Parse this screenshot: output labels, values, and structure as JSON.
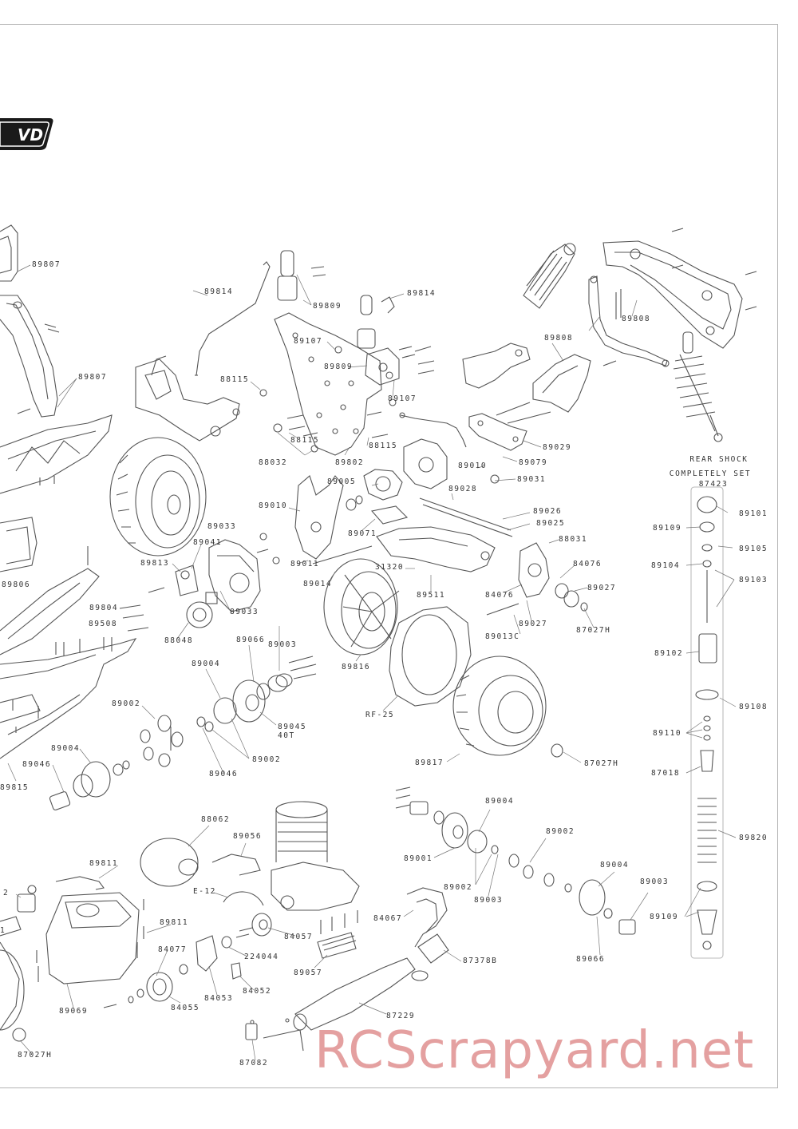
{
  "logo": {
    "text": "VD"
  },
  "watermark": "RCScrapyard.net",
  "shock_title": {
    "line1": "REAR SHOCK",
    "line2": "COMPLETELY SET",
    "part": "87423"
  },
  "labels": [
    {
      "id": "l1",
      "text": "89807"
    },
    {
      "id": "l2",
      "text": "89807"
    },
    {
      "id": "l3",
      "text": "89806"
    },
    {
      "id": "l4",
      "text": "89804"
    },
    {
      "id": "l5",
      "text": "89508"
    },
    {
      "id": "l6",
      "text": "89815"
    },
    {
      "id": "l7",
      "text": "89814"
    },
    {
      "id": "l8",
      "text": "89809"
    },
    {
      "id": "l9",
      "text": "89814"
    },
    {
      "id": "l10",
      "text": "89107"
    },
    {
      "id": "l11",
      "text": "89809"
    },
    {
      "id": "l12",
      "text": "89107"
    },
    {
      "id": "l13",
      "text": "88115"
    },
    {
      "id": "l14",
      "text": "88115"
    },
    {
      "id": "l15",
      "text": "88115"
    },
    {
      "id": "l16",
      "text": "88032"
    },
    {
      "id": "l17",
      "text": "89802"
    },
    {
      "id": "l18",
      "text": "89808"
    },
    {
      "id": "l19",
      "text": "89808"
    },
    {
      "id": "l20",
      "text": "89029"
    },
    {
      "id": "l21",
      "text": "89079"
    },
    {
      "id": "l22",
      "text": "89010"
    },
    {
      "id": "l23",
      "text": "89031"
    },
    {
      "id": "l24",
      "text": "89005"
    },
    {
      "id": "l25",
      "text": "89028"
    },
    {
      "id": "l26",
      "text": "89010"
    },
    {
      "id": "l27",
      "text": "89026"
    },
    {
      "id": "l28",
      "text": "89025"
    },
    {
      "id": "l29",
      "text": "89033"
    },
    {
      "id": "l30",
      "text": "89071"
    },
    {
      "id": "l31",
      "text": "88031"
    },
    {
      "id": "l32",
      "text": "89041"
    },
    {
      "id": "l33",
      "text": "89813"
    },
    {
      "id": "l34",
      "text": "89011"
    },
    {
      "id": "l35",
      "text": "31320"
    },
    {
      "id": "l36",
      "text": "84076"
    },
    {
      "id": "l37",
      "text": "89014"
    },
    {
      "id": "l38",
      "text": "89511"
    },
    {
      "id": "l39",
      "text": "84076"
    },
    {
      "id": "l40",
      "text": "89027"
    },
    {
      "id": "l41",
      "text": "89033"
    },
    {
      "id": "l42",
      "text": "89027"
    },
    {
      "id": "l43",
      "text": "89013C"
    },
    {
      "id": "l44",
      "text": "87027H"
    },
    {
      "id": "l45",
      "text": "88048"
    },
    {
      "id": "l46",
      "text": "89003"
    },
    {
      "id": "l47",
      "text": "89066"
    },
    {
      "id": "l48",
      "text": "89816"
    },
    {
      "id": "l49",
      "text": "89004"
    },
    {
      "id": "l50",
      "text": "89045"
    },
    {
      "id": "l51",
      "text": "40T"
    },
    {
      "id": "l52",
      "text": "RF-25"
    },
    {
      "id": "l53",
      "text": "89002"
    },
    {
      "id": "l54",
      "text": "89004"
    },
    {
      "id": "l55",
      "text": "89002"
    },
    {
      "id": "l56",
      "text": "89046"
    },
    {
      "id": "l57",
      "text": "89046"
    },
    {
      "id": "l58",
      "text": "89817"
    },
    {
      "id": "l59",
      "text": "87027H"
    },
    {
      "id": "l60",
      "text": "89101"
    },
    {
      "id": "l61",
      "text": "89109"
    },
    {
      "id": "l62",
      "text": "89105"
    },
    {
      "id": "l63",
      "text": "89104"
    },
    {
      "id": "l64",
      "text": "89103"
    },
    {
      "id": "l65",
      "text": "89102"
    },
    {
      "id": "l66",
      "text": "89108"
    },
    {
      "id": "l67",
      "text": "89110"
    },
    {
      "id": "l68",
      "text": "87018"
    },
    {
      "id": "l69",
      "text": "89820"
    },
    {
      "id": "l70",
      "text": "89109"
    },
    {
      "id": "l71",
      "text": "88062"
    },
    {
      "id": "l72",
      "text": "89056"
    },
    {
      "id": "l73",
      "text": "89004"
    },
    {
      "id": "l74",
      "text": "89002"
    },
    {
      "id": "l75",
      "text": "89001"
    },
    {
      "id": "l76",
      "text": "89002"
    },
    {
      "id": "l77",
      "text": "89003"
    },
    {
      "id": "l78",
      "text": "89004"
    },
    {
      "id": "l79",
      "text": "89003"
    },
    {
      "id": "l80",
      "text": "89811"
    },
    {
      "id": "l81",
      "text": "E-12"
    },
    {
      "id": "l82",
      "text": "84067"
    },
    {
      "id": "l83",
      "text": "89811"
    },
    {
      "id": "l84",
      "text": "84057"
    },
    {
      "id": "l85",
      "text": "89066"
    },
    {
      "id": "l86",
      "text": "84077"
    },
    {
      "id": "l87",
      "text": "224044"
    },
    {
      "id": "l88",
      "text": "89057"
    },
    {
      "id": "l89",
      "text": "87378B"
    },
    {
      "id": "l90",
      "text": "84053"
    },
    {
      "id": "l91",
      "text": "84052"
    },
    {
      "id": "l92",
      "text": "89069"
    },
    {
      "id": "l93",
      "text": "84055"
    },
    {
      "id": "l94",
      "text": "87229"
    },
    {
      "id": "l95",
      "text": "87027H"
    },
    {
      "id": "l96",
      "text": "87082"
    },
    {
      "id": "l97",
      "text": "2"
    },
    {
      "id": "l98",
      "text": "1"
    }
  ]
}
